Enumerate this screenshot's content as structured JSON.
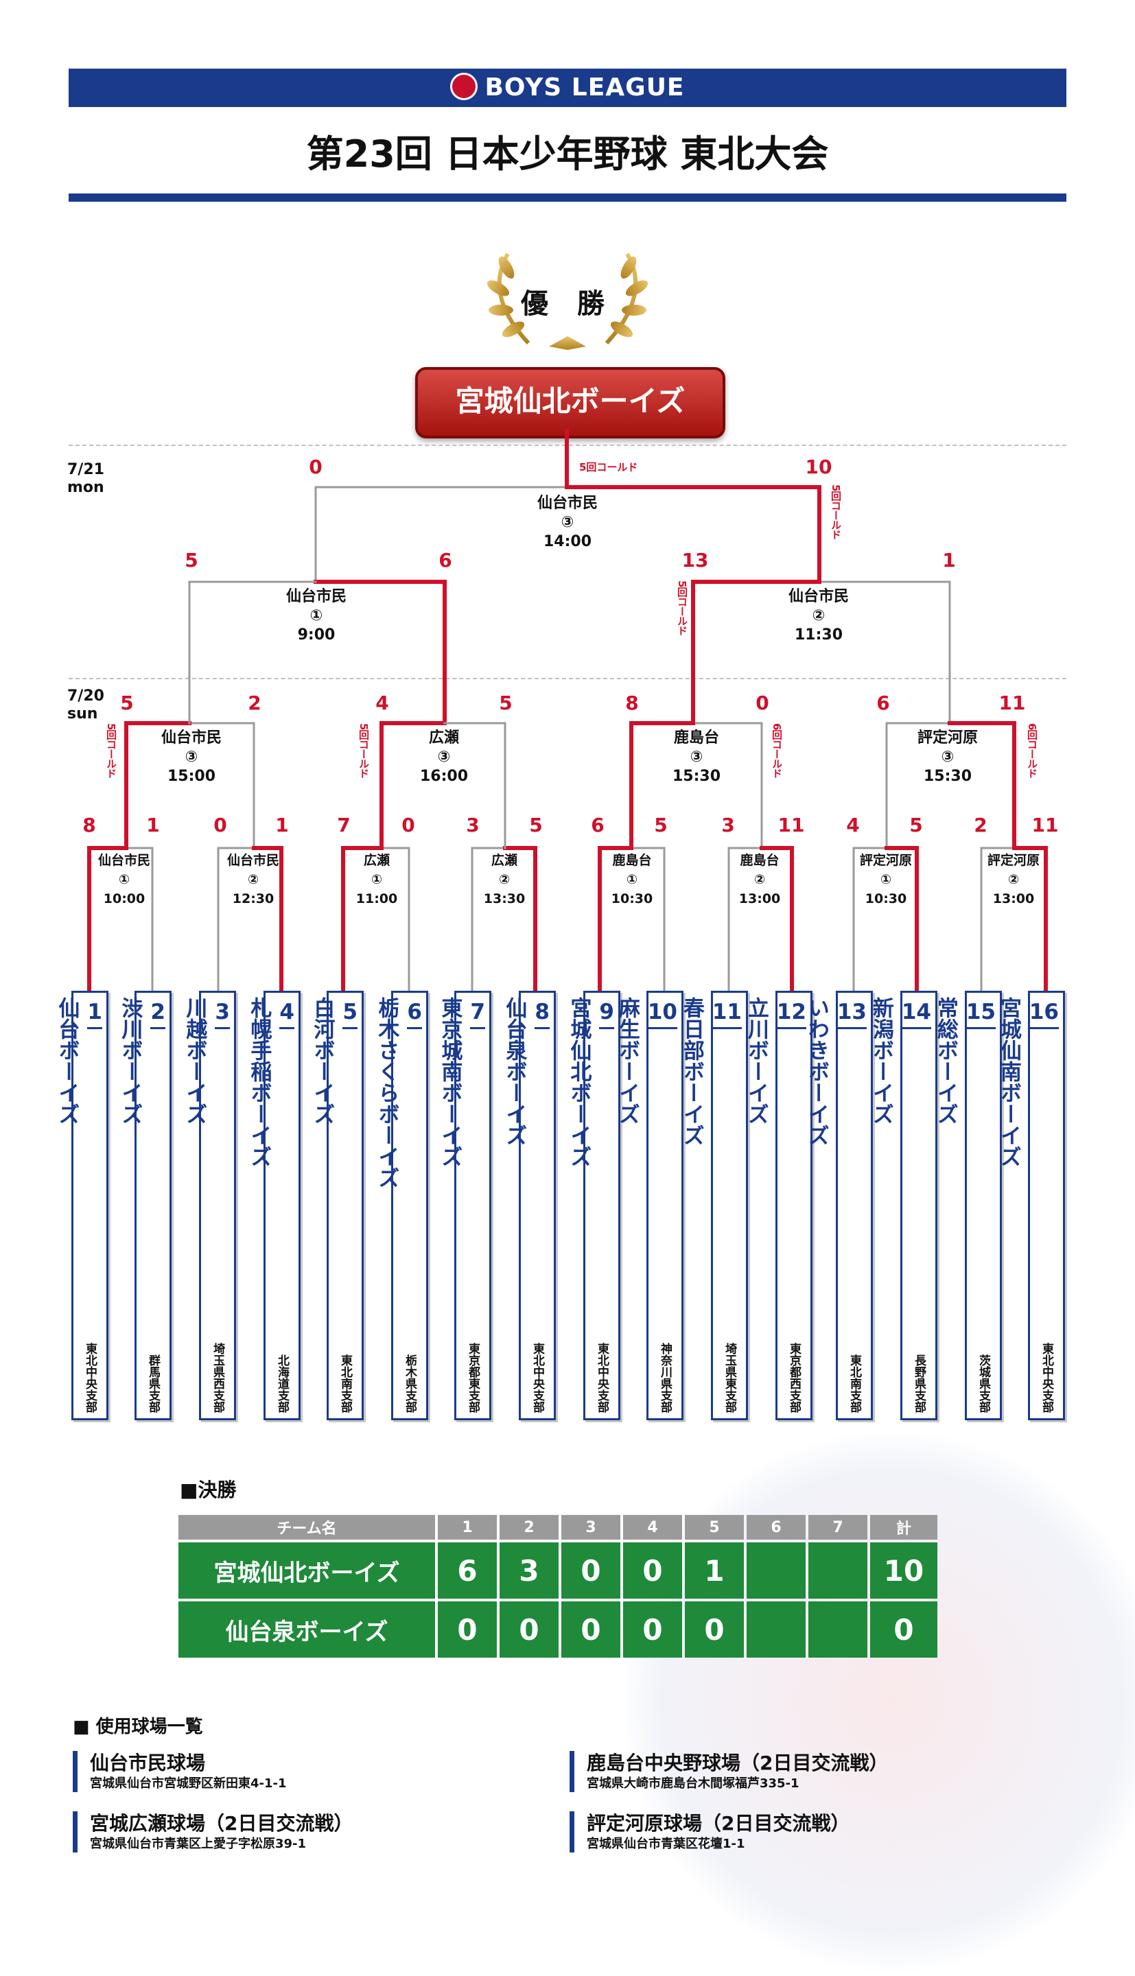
{
  "header": {
    "league": "BOYS LEAGUE",
    "title": "第23回 日本少年野球 東北大会"
  },
  "champion": {
    "label": "優 勝",
    "team": "宮城仙北ボーイズ"
  },
  "dates": {
    "day2": "7/21\nmon",
    "day1": "7/20\nsun"
  },
  "bracket": {
    "final": {
      "score_left": "0",
      "score_right": "10",
      "venue": "仙台市民\n③\n14:00",
      "note": "5回コールド",
      "note_right": "5回コールド"
    },
    "semi_left": {
      "score_left": "5",
      "score_right": "6",
      "venue": "仙台市民\n①\n9:00"
    },
    "semi_right": {
      "score_left": "13",
      "score_right": "1",
      "venue": "仙台市民\n②\n11:30",
      "note": "5回コールド"
    },
    "qf": [
      {
        "score_left": "5",
        "score_right": "2",
        "venue": "仙台市民\n③\n15:00",
        "note": "5回コールド"
      },
      {
        "score_left": "4",
        "score_right": "5",
        "venue": "広瀬\n③\n16:00",
        "note": "5回コールド"
      },
      {
        "score_left": "8",
        "score_right": "0",
        "venue": "鹿島台\n③\n15:30",
        "note": "6回コールド"
      },
      {
        "score_left": "6",
        "score_right": "11",
        "venue": "評定河原\n③\n15:30",
        "note": "6回コールド"
      }
    ],
    "r1": [
      {
        "score_left": "8",
        "score_right": "1",
        "venue": "仙台市民\n①\n10:00"
      },
      {
        "score_left": "0",
        "score_right": "1",
        "venue": "仙台市民\n②\n12:30"
      },
      {
        "score_left": "7",
        "score_right": "0",
        "venue": "広瀬\n①\n11:00"
      },
      {
        "score_left": "3",
        "score_right": "5",
        "venue": "広瀬\n②\n13:30"
      },
      {
        "score_left": "6",
        "score_right": "5",
        "venue": "鹿島台\n①\n10:30"
      },
      {
        "score_left": "3",
        "score_right": "11",
        "venue": "鹿島台\n②\n13:00"
      },
      {
        "score_left": "4",
        "score_right": "5",
        "venue": "評定河原\n①\n10:30"
      },
      {
        "score_left": "2",
        "score_right": "11",
        "venue": "評定河原\n②\n13:00"
      }
    ]
  },
  "teams": [
    {
      "num": "1",
      "name": "仙台ボーイズ",
      "pref": "東北中央支部"
    },
    {
      "num": "2",
      "name": "渋川ボーイズ",
      "pref": "群馬県支部"
    },
    {
      "num": "3",
      "name": "川越ボーイズ",
      "pref": "埼玉県西支部"
    },
    {
      "num": "4",
      "name": "札幌手稲ボーイズ",
      "pref": "北海道支部"
    },
    {
      "num": "5",
      "name": "白河ボーイズ",
      "pref": "東北南支部"
    },
    {
      "num": "6",
      "name": "栃木さくらボーイズ",
      "pref": "栃木県支部"
    },
    {
      "num": "7",
      "name": "東京城南ボーイズ",
      "pref": "東京都東支部"
    },
    {
      "num": "8",
      "name": "仙台泉ボーイズ",
      "pref": "東北中央支部"
    },
    {
      "num": "9",
      "name": "宮城仙北ボーイズ",
      "pref": "東北中央支部"
    },
    {
      "num": "10",
      "name": "麻生ボーイズ",
      "pref": "神奈川県支部"
    },
    {
      "num": "11",
      "name": "春日部ボーイズ",
      "pref": "埼玉県東支部"
    },
    {
      "num": "12",
      "name": "立川ボーイズ",
      "pref": "東京都西支部"
    },
    {
      "num": "13",
      "name": "いわきボーイズ",
      "pref": "東北南支部"
    },
    {
      "num": "14",
      "name": "新潟ボーイズ",
      "pref": "長野県支部"
    },
    {
      "num": "15",
      "name": "常総ボーイズ",
      "pref": "茨城県支部"
    },
    {
      "num": "16",
      "name": "宮城仙南ボーイズ",
      "pref": "東北中央支部"
    }
  ],
  "final_game": {
    "section_title": "■決勝",
    "header": [
      "チーム名",
      "1",
      "2",
      "3",
      "4",
      "5",
      "6",
      "7",
      "計"
    ],
    "rows": [
      {
        "team": "宮城仙北ボーイズ",
        "innings": [
          "6",
          "3",
          "0",
          "0",
          "1",
          "",
          ""
        ],
        "total": "10"
      },
      {
        "team": "仙台泉ボーイズ",
        "innings": [
          "0",
          "0",
          "0",
          "0",
          "0",
          "",
          ""
        ],
        "total": "0"
      }
    ]
  },
  "venues": {
    "title": "■ 使用球場一覧",
    "items": [
      {
        "name": "仙台市民球場",
        "addr": "宮城県仙台市宮城野区新田東4-1-1"
      },
      {
        "name": "鹿島台中央野球場（2日目交流戦）",
        "addr": "宮城県大崎市鹿島台木間塚福芦335-1"
      },
      {
        "name": "宮城広瀬球場（2日目交流戦）",
        "addr": "宮城県仙台市青葉区上愛子字松原39-1"
      },
      {
        "name": "評定河原球場（2日目交流戦）",
        "addr": "宮城県仙台市青葉区花壇1-1"
      }
    ]
  },
  "colors": {
    "navy": "#1a3b8c",
    "winner_line": "#d0102a",
    "loser_line": "#9a9a9a",
    "table_green": "#1e8a3a"
  }
}
